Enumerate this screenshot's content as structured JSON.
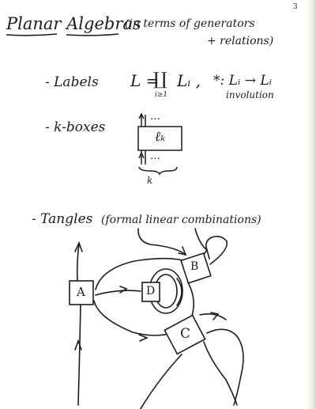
{
  "page_number": "3",
  "title": "Planar Algebras",
  "title_note_line1": "(in terms of generators",
  "title_note_line2": "+ relations)",
  "labels": {
    "bullet": "- Labels",
    "formula_lhs": "L =",
    "union_symbol": "∐",
    "union_index": "i≥1",
    "formula_term": "Lᵢ ,",
    "involution_map": "*: Lᵢ → Lᵢ",
    "involution_caption": "involution"
  },
  "kboxes": {
    "bullet": "- k-boxes",
    "box_label": "ℓₖ",
    "dots": "…",
    "k_label": "k"
  },
  "tangles": {
    "bullet": "- Tangles",
    "note": "(formal linear combinations)",
    "box_A": "A",
    "box_B": "B",
    "box_C": "C",
    "box_D": "D"
  }
}
